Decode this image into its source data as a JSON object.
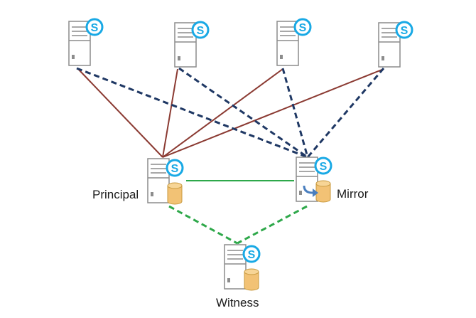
{
  "nodes": {
    "principal_label": "Principal",
    "mirror_label": "Mirror",
    "witness_label": "Witness"
  },
  "colors": {
    "front_end_to_principal": "#8b3a32",
    "front_end_to_mirror": "#1f3864",
    "mirroring_link": "#2ea84a",
    "witness_link": "#2ea84a",
    "skype_badge": "#19a9e5",
    "database": "#f2c275",
    "server_outline": "#8c8c8c"
  },
  "icons": {
    "front_end_server": "server-with-skype-icon",
    "database_server": "server-with-database-icon",
    "mirror_arrow": "mirror-replication-arrow-icon"
  }
}
